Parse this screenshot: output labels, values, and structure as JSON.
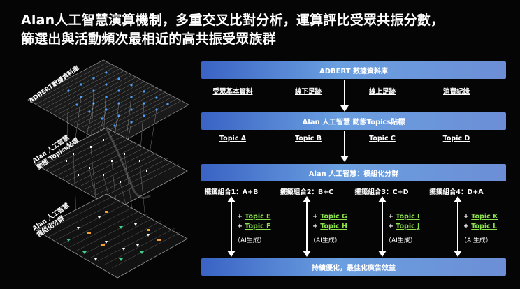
{
  "title": {
    "line1": "Alan人工智慧演算機制，多重交叉比對分析，運算評比受眾共振分數，",
    "line2": "篩選出與活動頻次最相近的高共振受眾族群"
  },
  "bars": {
    "database": "ADBERT 數據資料庫",
    "topics_tagging": "Alan 人工智慧 動態Topics貼標",
    "modular": "Alan 人工智慧：模組化分群",
    "optimize": "持續優化，最佳化廣告效益"
  },
  "sources": [
    "受眾基本資料",
    "線下足跡",
    "線上足跡",
    "消費紀錄"
  ],
  "topics": [
    "Topic A",
    "Topic B",
    "Topic C",
    "Topic D"
  ],
  "groups": [
    {
      "label": "擺籤組合1：A+B",
      "t1": "Topic E",
      "t2": "Topic F",
      "gen": "（AI生成）"
    },
    {
      "label": "擺籤組合2：B+C",
      "t1": "Topic G",
      "t2": "Topic H",
      "gen": "（AI生成）"
    },
    {
      "label": "擺籤組合3：C+D",
      "t1": "Topic I",
      "t2": "Topic J",
      "gen": "（AI生成）"
    },
    {
      "label": "擺籤組合4：D+A",
      "t1": "Topic K",
      "t2": "Topic L",
      "gen": "（AI生成）"
    }
  ],
  "plus": "+ ",
  "layers": {
    "top": "ADBERT數據資料庫",
    "mid1": "Alan 人工智慧",
    "mid2": "動態 Topics貼標",
    "bot1": "Alan 人工智慧",
    "bot2": "模組化分群"
  },
  "colors": {
    "accent_green": "#8be04e",
    "bar_blue": "#5a86d8",
    "marker_orange": "#f0a030",
    "marker_green": "#3fd08a"
  }
}
